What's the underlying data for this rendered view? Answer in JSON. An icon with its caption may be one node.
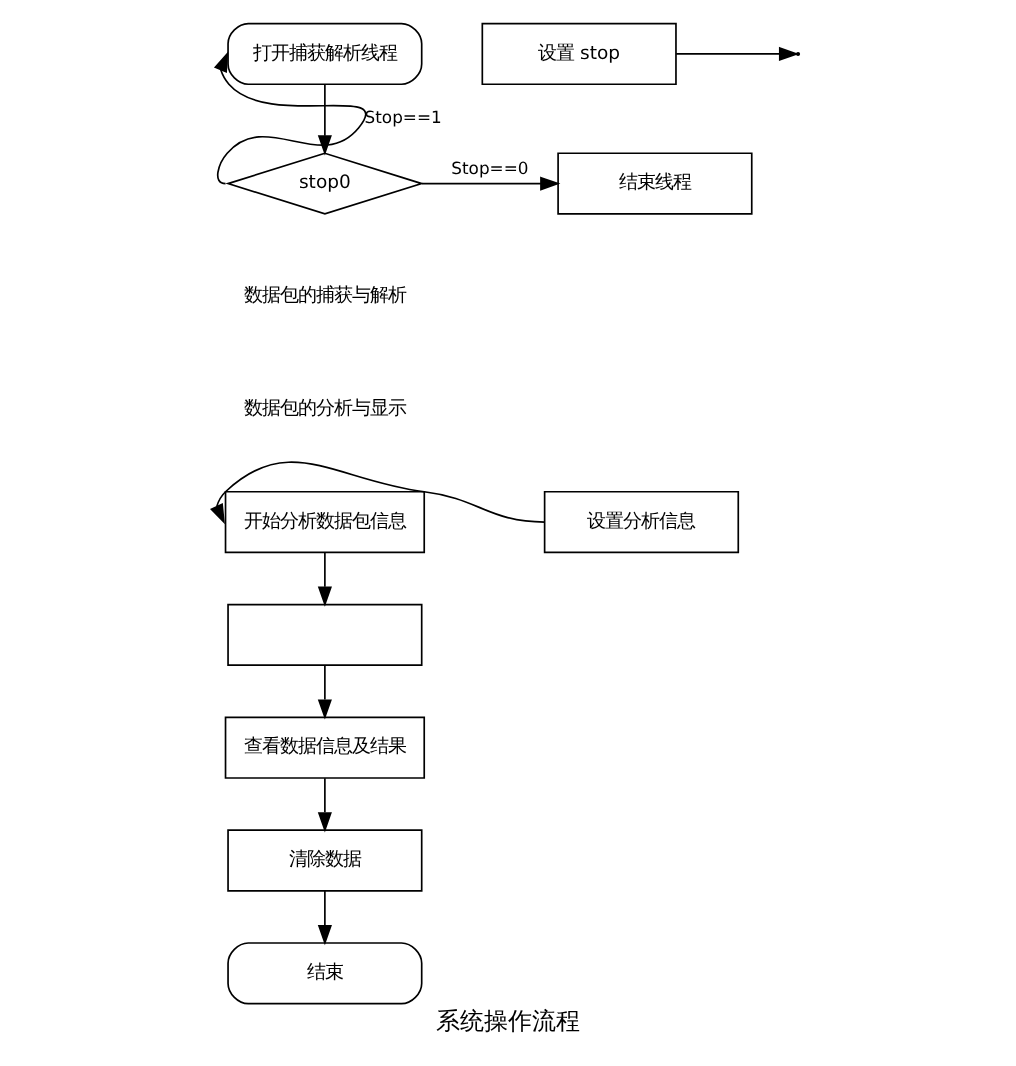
{
  "diagram": {
    "caption": "系统操作流程",
    "nodes": [
      {
        "text": [
          "打开捕获解析线程"
        ]
      },
      {
        "text": [
          "stop0"
        ]
      },
      {
        "text": [
          "设置 stop"
        ]
      },
      {
        "text": [
          "结束线程"
        ]
      },
      {
        "text": [
          "开始分析数据包信息"
        ]
      },
      {
        "text": [
          "设置分析信息"
        ]
      },
      {
        "text": [],
        "shape": "box"
      },
      {
        "text": [
          "查看数据信息及结果"
        ]
      },
      {
        "text": [
          "清除数据"
        ]
      },
      {
        "text": [
          "结束"
        ]
      }
    ],
    "edges": [
      {
        "from": 0,
        "to": 1,
        "arrow": "to"
      },
      {
        "from": 2,
        "to": null,
        "arrow": "to"
      },
      {
        "from": 1,
        "to": 3,
        "arrow": "to",
        "label": "Stop==0"
      },
      {
        "from": 1,
        "to": 0,
        "arrow": "to",
        "label": "Stop==1"
      },
      {
        "from": 5,
        "to": 4,
        "arrow": "to"
      },
      {
        "from": 4,
        "to": 6,
        "arrow": "to"
      },
      {
        "from": 6,
        "to": 7,
        "arrow": "to"
      },
      {
        "from": 7,
        "to": 8,
        "arrow": "to"
      },
      {
        "from": 8,
        "to": 9,
        "arrow": "to"
      }
    ],
    "labels": [
      "数据包的捕获与解析",
      "数据包的分析与显示"
    ]
  }
}
